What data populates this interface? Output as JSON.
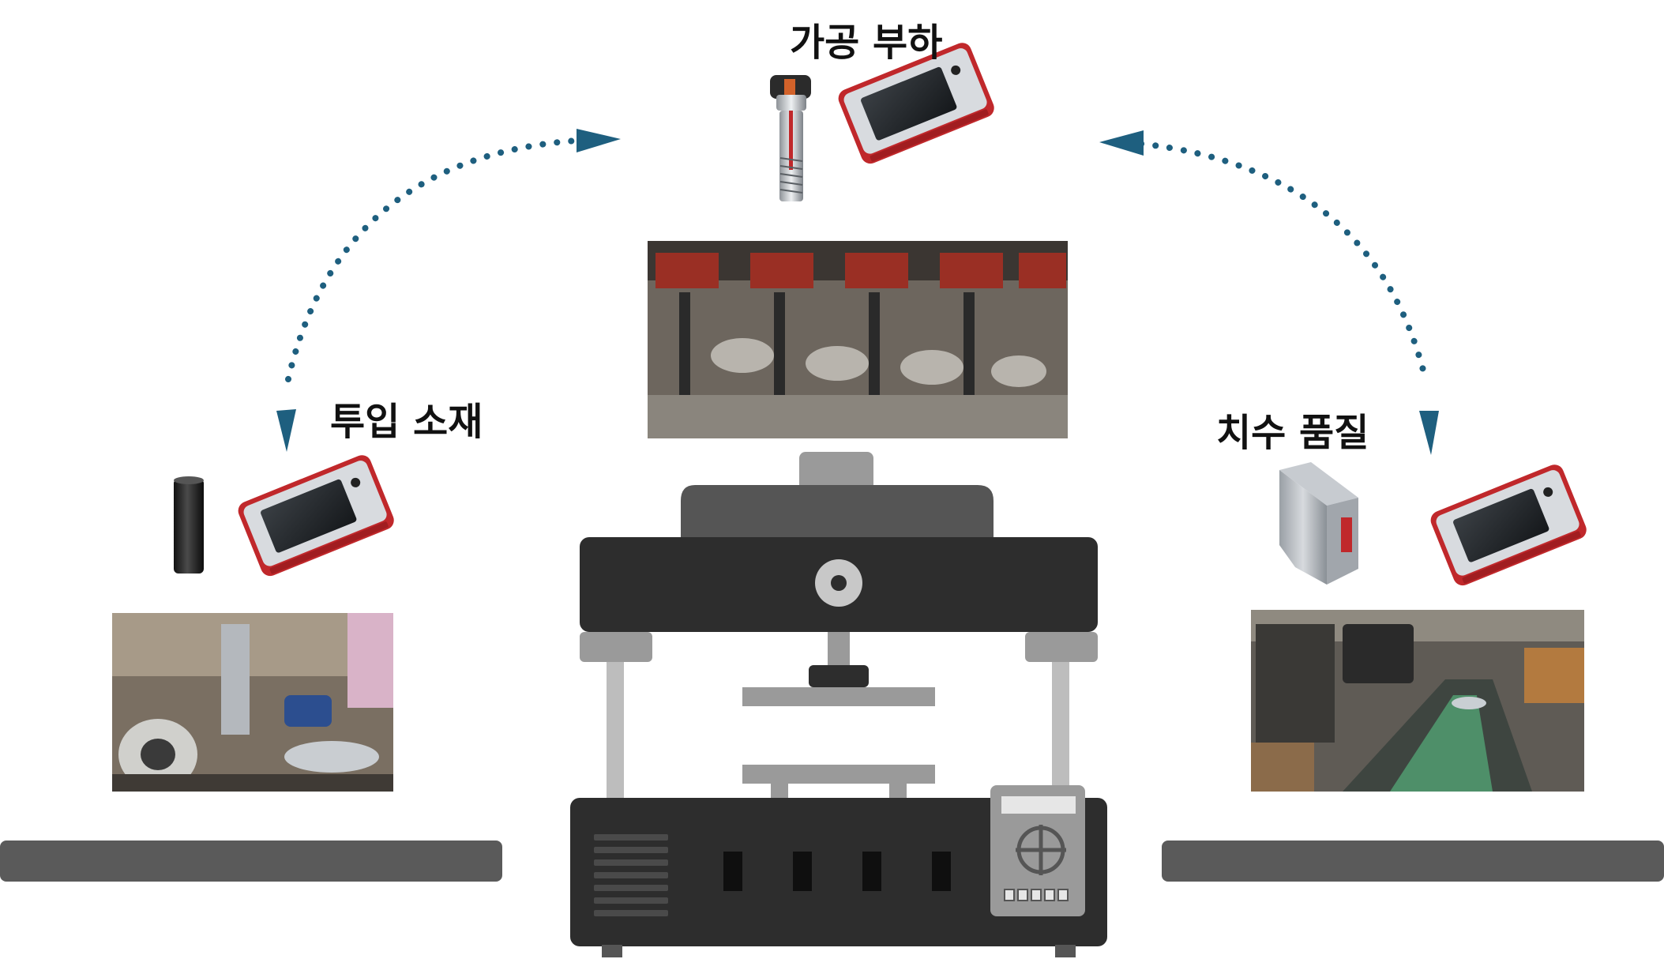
{
  "labels": {
    "processing_load": "가공 부하",
    "input_material": "투입 소재",
    "dimension_quality": "치수 품질"
  },
  "colors": {
    "arrow": "#1e5f7f",
    "conveyor": "#5a5a5a",
    "press_dark": "#2d2d2d",
    "press_mid": "#555555",
    "press_light": "#9a9a9a",
    "device_red": "#c0282b",
    "device_silver": "#c9cdd2"
  },
  "icons": {
    "top_sensor": "load-sensor-icon",
    "left_sensor": "cylinder-sensor-icon",
    "right_sensor": "laser-distance-sensor-icon",
    "data_logger": "data-logger-icon",
    "machine": "press-machine-icon"
  }
}
